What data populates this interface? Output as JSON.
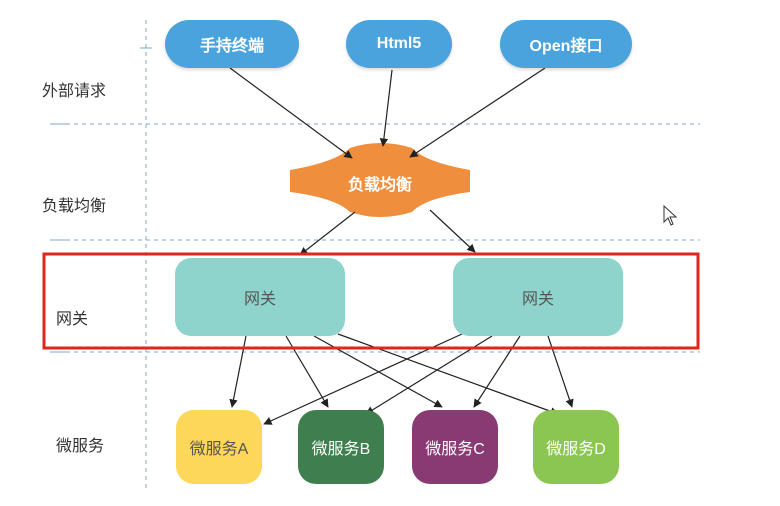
{
  "layers": {
    "external": "外部请求",
    "loadbalance": "负载均衡",
    "gateway": "网关",
    "microservice": "微服务"
  },
  "clients": [
    "手持终端",
    "Html5",
    "Open接口"
  ],
  "load_balancer": "负载均衡",
  "gateways": [
    "网关",
    "网关"
  ],
  "services": [
    {
      "label": "微服务A",
      "color": "#fcd75a",
      "text_color": "#555555"
    },
    {
      "label": "微服务B",
      "color": "#3f7f4e",
      "text_color": "#ffffff"
    },
    {
      "label": "微服务C",
      "color": "#8a3a72",
      "text_color": "#ffffff"
    },
    {
      "label": "微服务D",
      "color": "#8cc652",
      "text_color": "#ffffff"
    }
  ],
  "colors": {
    "client": "#4aa3dc",
    "load_balancer": "#ef8f3e",
    "gateway": "#8fd3cd",
    "highlight": "#e1261c",
    "divider": "#7fa9c9"
  },
  "icons": {
    "cursor": "mouse-pointer-icon"
  }
}
